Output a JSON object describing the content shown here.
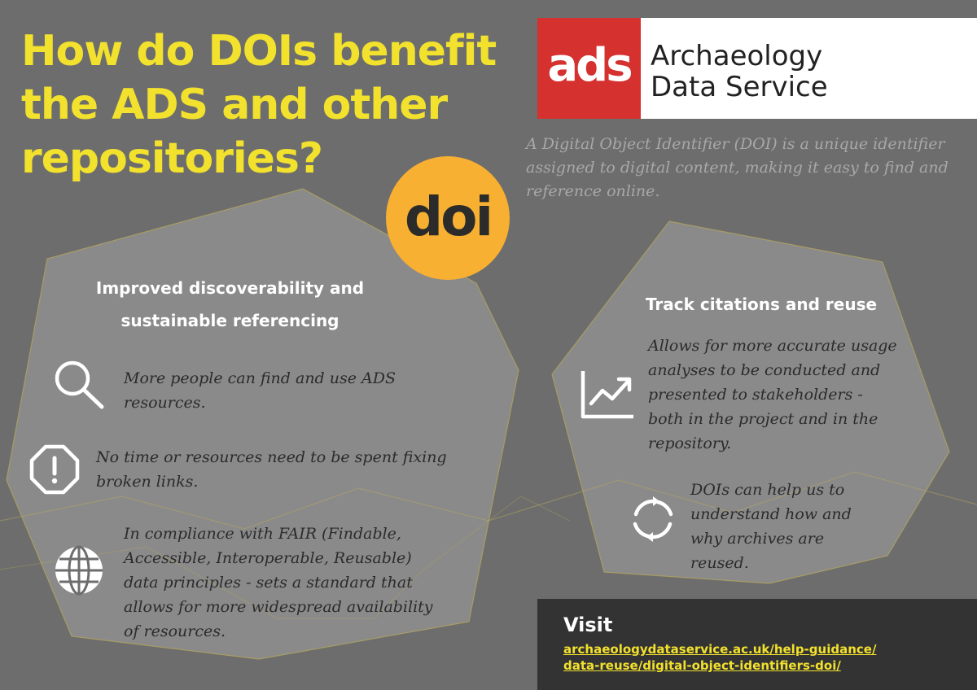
{
  "title": {
    "lines": [
      "How do DOIs benefit",
      "the ADS and other",
      "repositories?"
    ]
  },
  "logo": {
    "mark": "ads",
    "name_lines": [
      "Archaeology",
      "Data Service"
    ],
    "accent": "#d4312f"
  },
  "intro": {
    "lines": [
      "A Digital Object Identifier (DOI) is a unique identifier",
      "assigned to digital content, making it easy to find and",
      "reference online."
    ]
  },
  "doi_badge": {
    "text": "doi",
    "color": "#f7b032"
  },
  "left_section": {
    "heading_lines": [
      "Improved discoverability and",
      "sustainable referencing"
    ],
    "items": [
      {
        "icon": "search-icon",
        "lines": [
          "More people can find and use ADS",
          "resources."
        ]
      },
      {
        "icon": "warning-octagon-icon",
        "lines": [
          "No time or resources need to be spent fixing",
          "broken links."
        ]
      },
      {
        "icon": "globe-icon",
        "lines": [
          "In compliance with FAIR (Findable,",
          "Accessible, Interoperable, Reusable)",
          "data principles - sets a standard that",
          "allows for more widespread availability",
          "of resources."
        ]
      }
    ]
  },
  "right_section": {
    "heading_lines": [
      "Track citations and reuse"
    ],
    "items": [
      {
        "icon": "chart-up-icon",
        "lines": [
          "Allows for more accurate usage",
          "analyses to be conducted and",
          "presented to stakeholders -",
          "both in the project and in the",
          "repository."
        ]
      },
      {
        "icon": "refresh-icon",
        "lines": [
          "DOIs can help us to",
          "understand how and",
          "why archives are",
          "reused."
        ]
      }
    ]
  },
  "visit": {
    "label": "Visit",
    "link_lines": [
      "archaeologydataservice.ac.uk/help-guidance/",
      "data-reuse/digital-object-identifiers-doi/"
    ]
  },
  "colors": {
    "background": "#6d6d6d",
    "title_yellow": "#f2e12d",
    "hex_panel": "#8f8e8e",
    "visit_box": "#333333"
  }
}
